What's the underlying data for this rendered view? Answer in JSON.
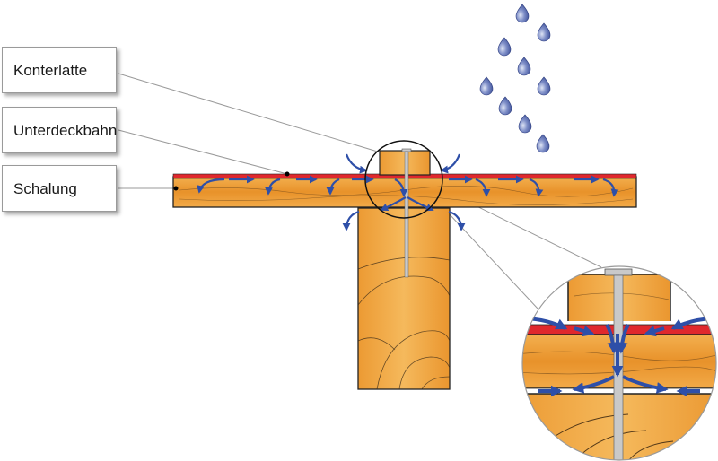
{
  "labels": {
    "konterlatte": "Konterlatte",
    "unterdeckbahn": "Unterdeckbahn",
    "schalung": "Schalung"
  },
  "colors": {
    "wood": "#e9962e",
    "wood_light": "#f4b458",
    "membrane": "#e0282d",
    "arrow": "#2e4fa8",
    "drop": "#5a6db0",
    "nail": "#c9c9c9",
    "leader": "#9a9a9a"
  },
  "icons": {
    "raindrop": "raindrop-icon",
    "flow_arrow": "water-flow-arrow-icon",
    "nail": "nail-icon"
  }
}
